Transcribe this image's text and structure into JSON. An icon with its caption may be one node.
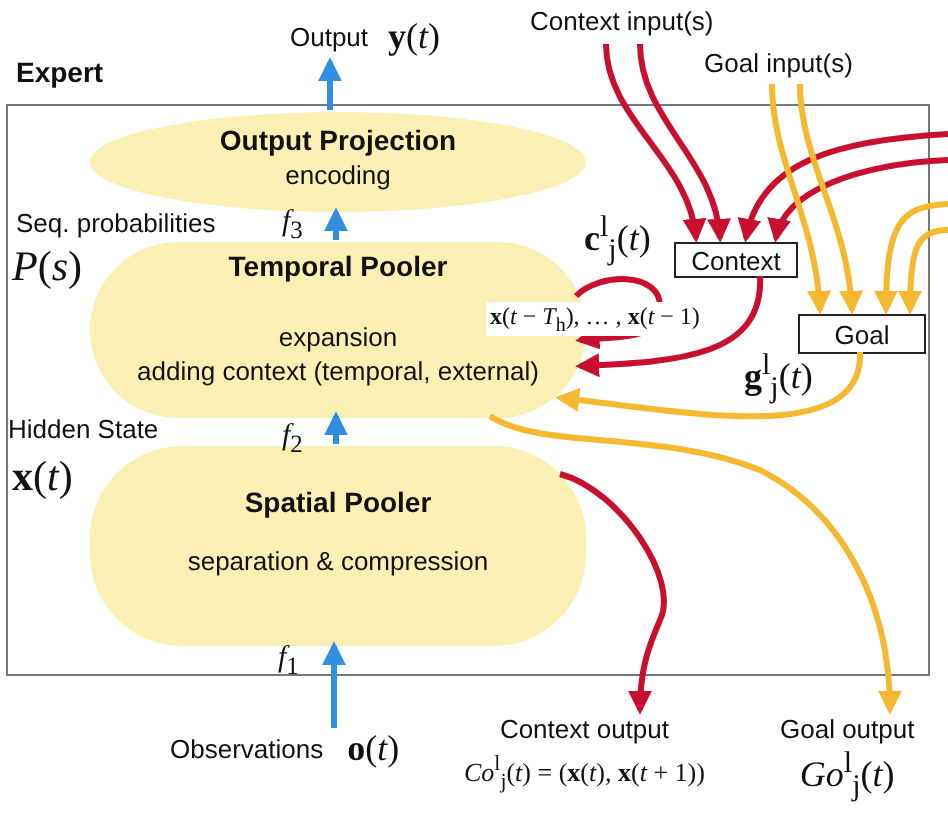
{
  "diagram": {
    "nodes": [
      {
        "text": [
          "Expert"
        ]
      },
      {
        "text": [
          "Output Projection",
          "encoding"
        ],
        "in": 0
      },
      {
        "text": [
          "Temporal Pooler",
          "expansion",
          "adding context (temporal, external)"
        ],
        "in": 0
      },
      {
        "text": [
          "Spatial Pooler",
          "separation & compression"
        ],
        "in": 0
      },
      {
        "text": [
          "Context"
        ],
        "in": 0
      },
      {
        "text": [
          "Goal"
        ],
        "in": 0
      },
      {
        "text": [
          "Output",
          "**y**(*t*)"
        ]
      },
      {
        "text": [
          "Observations",
          "**o**(*t*)"
        ]
      },
      {
        "text": [
          "Context input(s)"
        ]
      },
      {
        "text": [
          "Goal input(s)"
        ]
      },
      {
        "text": [
          "Context output",
          "*Co*$^{l}$$_{j}$(*t*) = (**x**(*t*), **x**(*t* + 1))"
        ]
      },
      {
        "text": [
          "Goal output",
          "*Go*$^{l}$$_{j}$(*t*)"
        ]
      }
    ],
    "edges": [
      {
        "from": 1,
        "to": 6,
        "arrow": "to",
        "color": "#2f8fe0"
      },
      {
        "from": 2,
        "to": 1,
        "arrow": "to",
        "color": "#2f8fe0"
      },
      {
        "from": 3,
        "to": 2,
        "arrow": "to",
        "color": "#2f8fe0"
      },
      {
        "from": 7,
        "to": 3,
        "arrow": "to",
        "color": "#2f8fe0"
      },
      {
        "from": 8,
        "to": 4,
        "arrow": "to",
        "color": "#c8102e"
      },
      {
        "from": 8,
        "to": 4,
        "arrow": "to",
        "color": "#c8102e"
      },
      {
        "from": null,
        "to": 4,
        "arrow": "to",
        "color": "#c8102e"
      },
      {
        "from": null,
        "to": 4,
        "arrow": "to",
        "color": "#c8102e"
      },
      {
        "from": 9,
        "to": 5,
        "arrow": "to",
        "color": "#f5b82e"
      },
      {
        "from": 9,
        "to": 5,
        "arrow": "to",
        "color": "#f5b82e"
      },
      {
        "from": null,
        "to": 5,
        "arrow": "to",
        "color": "#f5b82e"
      },
      {
        "from": null,
        "to": 5,
        "arrow": "to",
        "color": "#f5b82e"
      },
      {
        "from": 4,
        "to": 2,
        "arrow": "to",
        "color": "#c8102e"
      },
      {
        "from": 2,
        "to": 2,
        "arrow": "to",
        "color": "#c8102e",
        "label": "**x**(*t* − *T*$_{h}$), … , **x**(*t* − 1)"
      },
      {
        "from": 5,
        "to": 2,
        "arrow": "to",
        "color": "#f5b82e"
      },
      {
        "from": 2,
        "to": 11,
        "arrow": "to",
        "color": "#f5b82e"
      },
      {
        "from": 3,
        "to": 10,
        "arrow": "to",
        "color": "#c8102e"
      }
    ],
    "labels": [
      "Seq. probabilities",
      "*f*$_{3}$",
      "*P*(*s*)",
      "Hidden State",
      "*f*$_{2}$",
      "**x**(*t*)",
      "*f*$_{1}$",
      "**c**$^{l}$$_{j}$(*t*)",
      "**g**$^{l}$$_{j}$(*t*)"
    ]
  }
}
